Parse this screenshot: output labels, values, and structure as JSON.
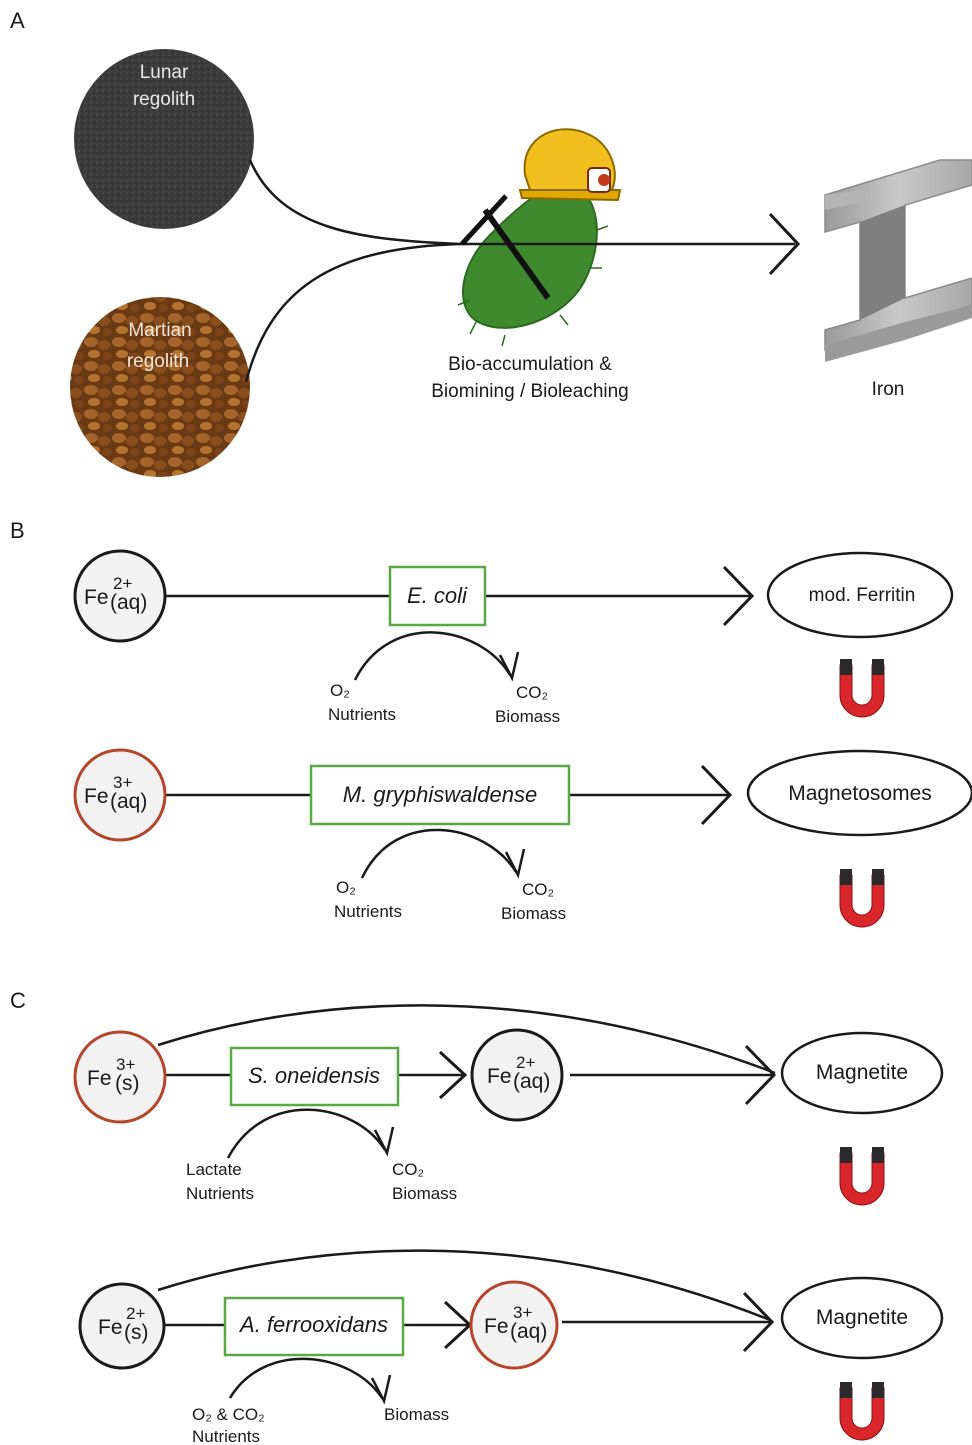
{
  "panels": {
    "a": {
      "letter": "A",
      "lunar": [
        "Lunar",
        "regolith"
      ],
      "martian": [
        "Martian",
        "regolith"
      ],
      "process": [
        "Bio-accumulation &",
        "Biomining / Bioleaching"
      ],
      "product": "Iron"
    },
    "b": {
      "letter": "B",
      "rows": [
        {
          "ion": "Fe",
          "charge": "2+",
          "phase": "(aq)",
          "organism": "E. coli",
          "inputs": [
            "O₂",
            "Nutrients"
          ],
          "outputs": [
            "CO₂",
            "Biomass"
          ],
          "product": "mod. Ferritin"
        },
        {
          "ion": "Fe",
          "charge": "3+",
          "phase": "(aq)",
          "organism": "M. gryphiswaldense",
          "inputs": [
            "O₂",
            "Nutrients"
          ],
          "outputs": [
            "CO₂",
            "Biomass"
          ],
          "product": "Magnetosomes"
        }
      ]
    },
    "c": {
      "letter": "C",
      "rows": [
        {
          "ion": "Fe",
          "charge": "3+",
          "phase": "(s)",
          "organism": "S. oneidensis",
          "mid_ion": "Fe",
          "mid_charge": "2+",
          "mid_phase": "(aq)",
          "inputs": [
            "Lactate",
            "Nutrients"
          ],
          "outputs": [
            "CO₂",
            "Biomass"
          ],
          "product": "Magnetite"
        },
        {
          "ion": "Fe",
          "charge": "2+",
          "phase": "(s)",
          "organism": "A. ferrooxidans",
          "mid_ion": "Fe",
          "mid_charge": "3+",
          "mid_phase": "(aq)",
          "inputs": [
            "O₂ & CO₂",
            "Nutrients"
          ],
          "outputs": [
            "Biomass"
          ],
          "product": "Magnetite"
        }
      ]
    }
  },
  "colors": {
    "line": "#1a1a1a",
    "green_box": "#5aa845",
    "ferric_circle": "#b5452a",
    "magnet_red": "#d9262b",
    "helmet_yellow": "#f2c01e",
    "microbe_green": "#3f8a2e"
  },
  "icons": [
    "microbe-miner-icon",
    "steel-i-beam-icon",
    "magnet-icon"
  ]
}
